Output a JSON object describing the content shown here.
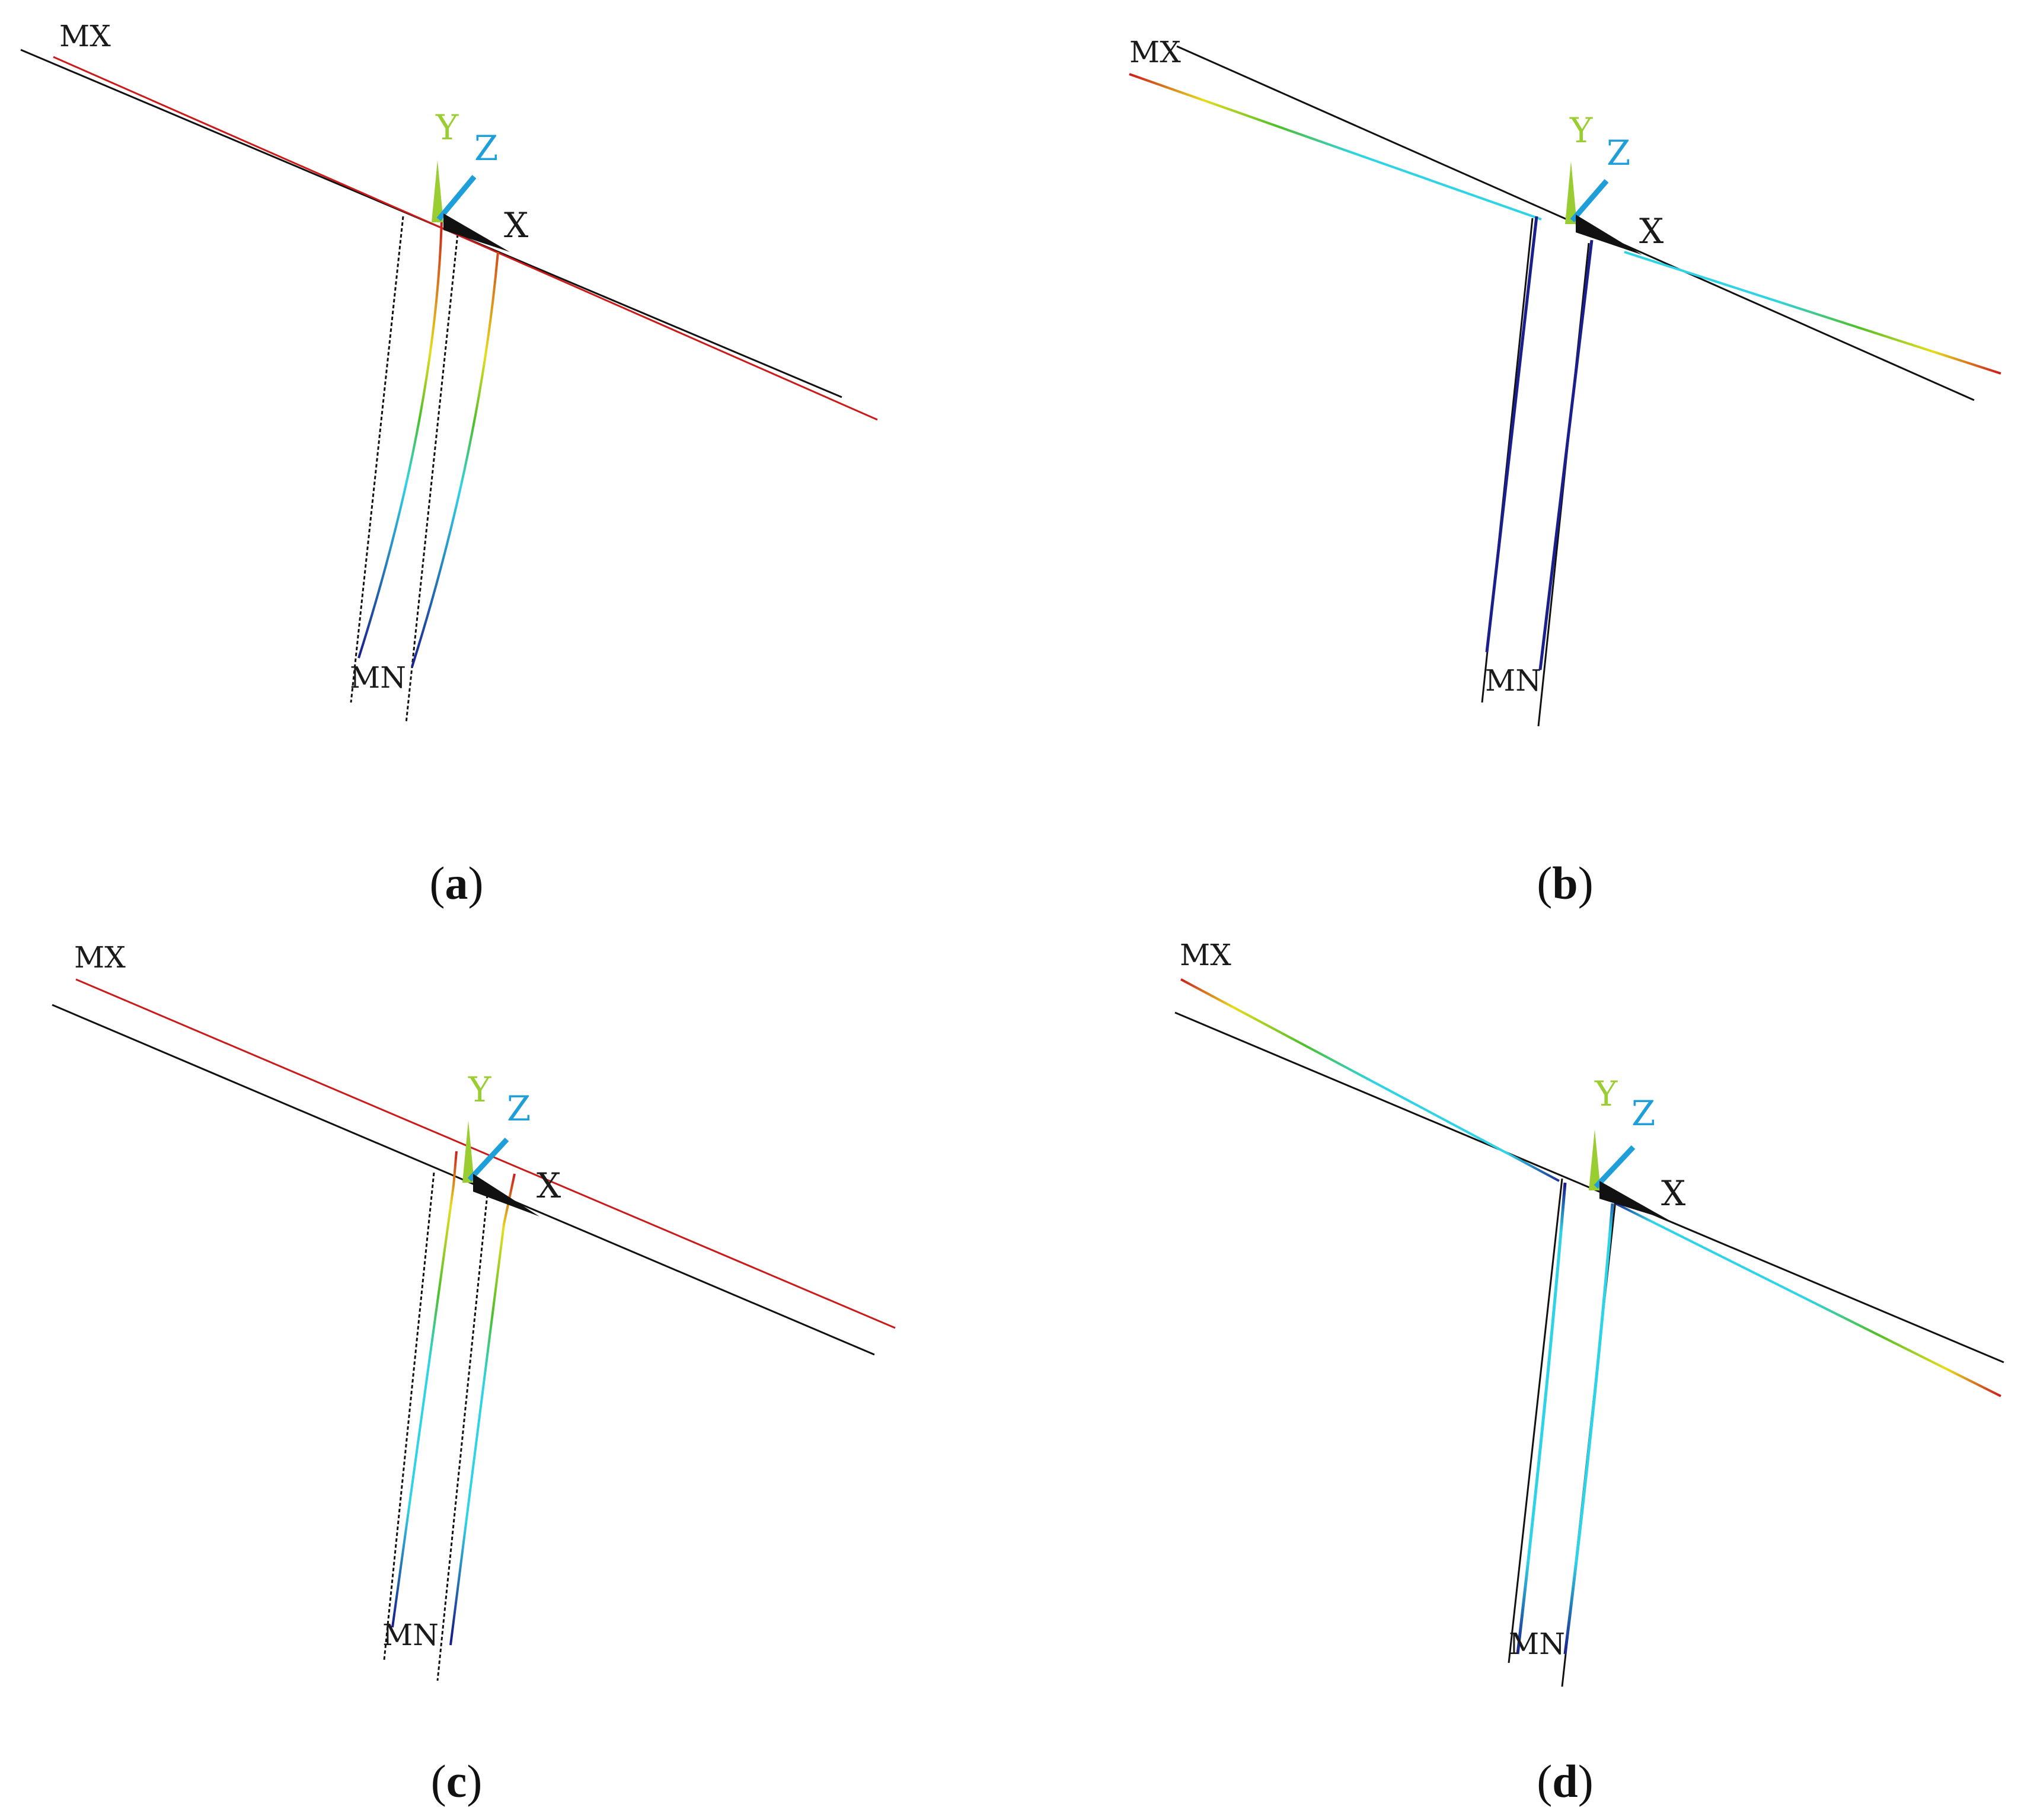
{
  "colors": {
    "undeformed": "#111111",
    "red": "#cc1a1a",
    "yellow": "#e6dc1e",
    "green": "#4fbf2a",
    "cyan": "#2fd3e6",
    "blue": "#1a1f8c",
    "triad_y": "#9acd32",
    "triad_z": "#1e9fd9",
    "triad_x": "#111111"
  },
  "panels": [
    {
      "id": "a",
      "caption": {
        "open": "(",
        "letter": "a",
        "close": ")"
      },
      "max_label": "MX",
      "min_label": "MN",
      "triad": {
        "y": "Y",
        "z": "Z",
        "x": "X"
      },
      "contour": "red-yellow-green-cyan-blue"
    },
    {
      "id": "b",
      "caption": {
        "open": "(",
        "letter": "b",
        "close": ")"
      },
      "max_label": "MX",
      "min_label": "MN",
      "triad": {
        "y": "Y",
        "z": "Z",
        "x": "X"
      },
      "contour": "red-yellow-green-cyan-blue"
    },
    {
      "id": "c",
      "caption": {
        "open": "(",
        "letter": "c",
        "close": ")"
      },
      "max_label": "MX",
      "min_label": "MN",
      "triad": {
        "y": "Y",
        "z": "Z",
        "x": "X"
      },
      "contour": "red-yellow-green-cyan-blue"
    },
    {
      "id": "d",
      "caption": {
        "open": "(",
        "letter": "d",
        "close": ")"
      },
      "max_label": "MX",
      "min_label": "MN",
      "triad": {
        "y": "Y",
        "z": "Z",
        "x": "X"
      },
      "contour": "red-yellow-green-cyan-blue"
    }
  ]
}
